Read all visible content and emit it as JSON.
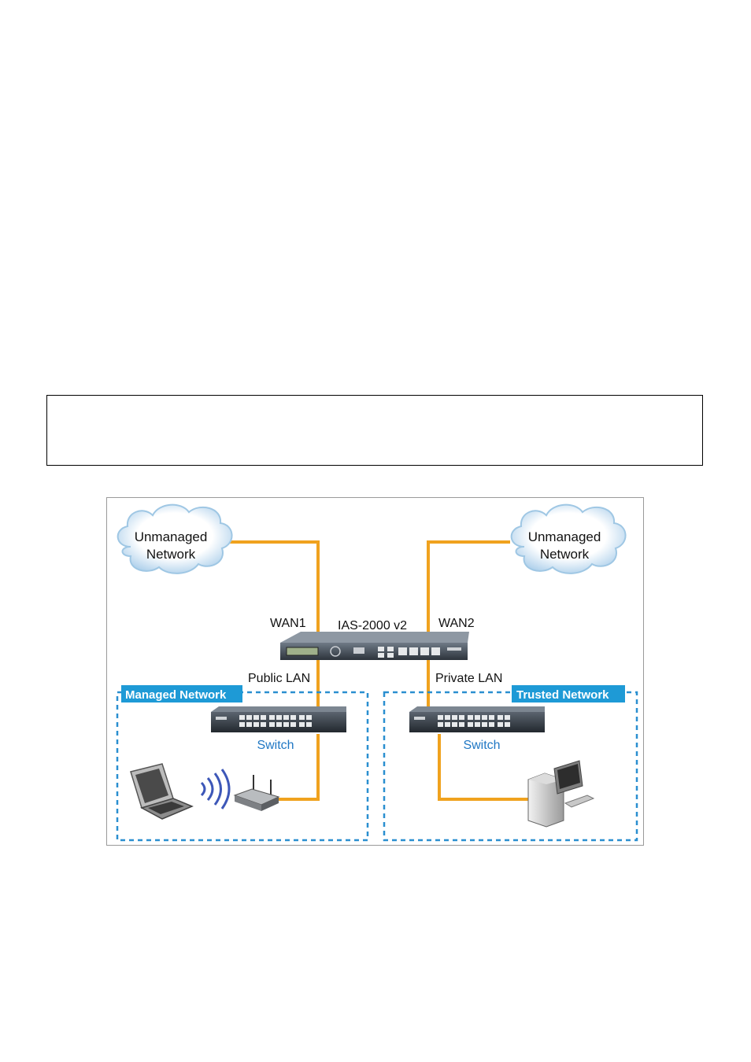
{
  "diagram": {
    "device_label": "IAS-2000 v2",
    "wan1_label": "WAN1",
    "wan2_label": "WAN2",
    "public_lan_label": "Public LAN",
    "private_lan_label": "Private LAN",
    "cloud_left": {
      "line1": "Unmanaged",
      "line2": "Network"
    },
    "cloud_right": {
      "line1": "Unmanaged",
      "line2": "Network"
    },
    "managed_network_label": "Managed Network",
    "trusted_network_label": "Trusted Network",
    "switch_left_label": "Switch",
    "switch_right_label": "Switch",
    "colors": {
      "cable": "#f0a21e",
      "zone_border": "#2a8fd0",
      "badge": "#1e9ad6",
      "cloud_fill": "#ffffff",
      "cloud_stroke": "#9fc7e4"
    }
  }
}
